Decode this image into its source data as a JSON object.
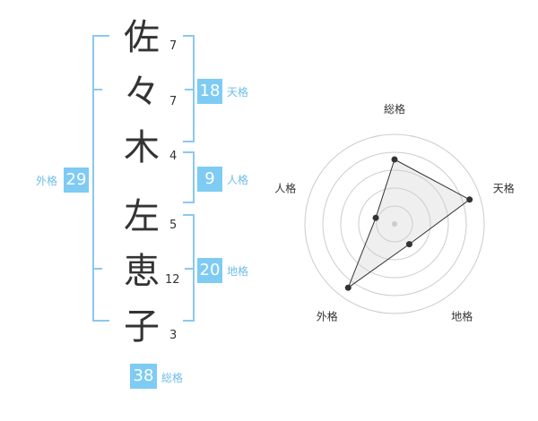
{
  "name": {
    "chars": [
      {
        "char": "佐",
        "strokes": "7"
      },
      {
        "char": "々",
        "strokes": "7"
      },
      {
        "char": "木",
        "strokes": "4"
      },
      {
        "char": "左",
        "strokes": "5"
      },
      {
        "char": "恵",
        "strokes": "12"
      },
      {
        "char": "子",
        "strokes": "3"
      }
    ]
  },
  "fortune": {
    "tenkaku": {
      "value": "18",
      "label": "天格"
    },
    "jinkaku": {
      "value": "9",
      "label": "人格"
    },
    "chikaku": {
      "value": "20",
      "label": "地格"
    },
    "gaikaku": {
      "value": "29",
      "label": "外格"
    },
    "soukaku": {
      "value": "38",
      "label": "総格"
    }
  },
  "colors": {
    "accent": "#7ecbf3",
    "label": "#6fbde8",
    "bracket": "#8cc8ee"
  },
  "chart_data": {
    "type": "radar",
    "axes": [
      "総格",
      "天格",
      "地格",
      "外格",
      "人格"
    ],
    "values": [
      0.72,
      0.88,
      0.28,
      0.88,
      0.22
    ]
  }
}
